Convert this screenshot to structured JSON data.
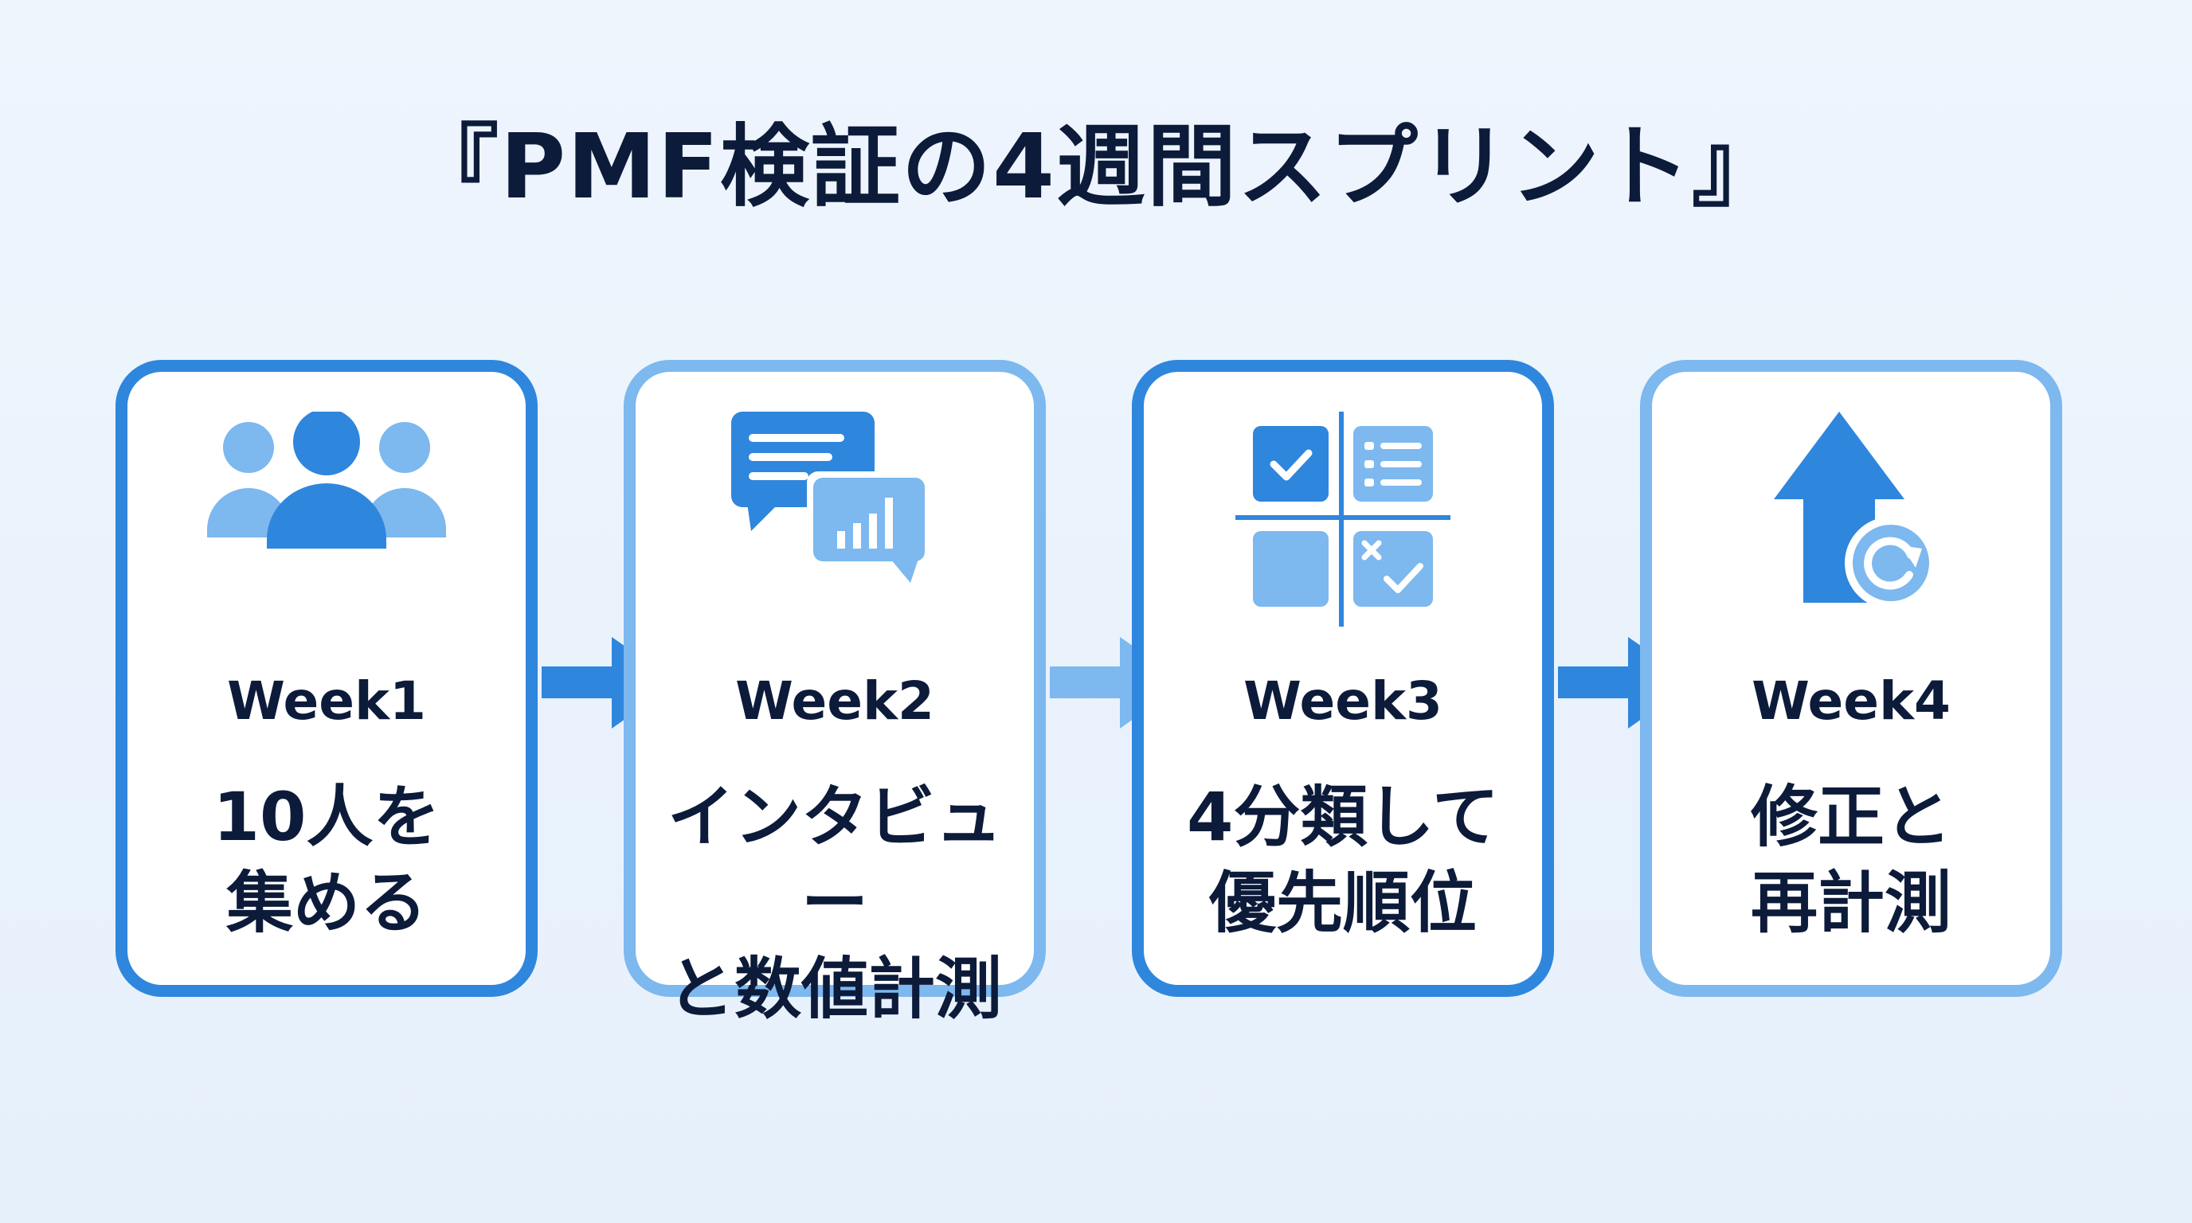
{
  "title": "『PMF検証の4週間スプリント』",
  "steps": [
    {
      "week": "Week1",
      "line1": "10人を",
      "line2": "集める",
      "icon": "people-group-icon"
    },
    {
      "week": "Week2",
      "line1": "インタビュー",
      "line2": "と数値計測",
      "icon": "chat-analytics-icon"
    },
    {
      "week": "Week3",
      "line1": "4分類して",
      "line2": "優先順位",
      "icon": "quadrant-matrix-icon"
    },
    {
      "week": "Week4",
      "line1": "修正と",
      "line2": "再計測",
      "icon": "up-arrow-refresh-icon"
    }
  ],
  "colors": {
    "primary": "#2f86dd",
    "light": "#7db8ef",
    "text": "#0d1b3a",
    "background": "#eef5fd"
  }
}
